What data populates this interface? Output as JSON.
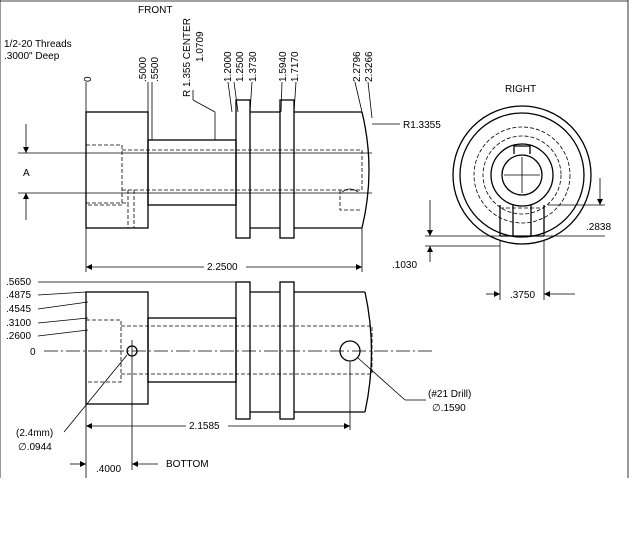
{
  "views": {
    "front": "FRONT",
    "right": "RIGHT",
    "bottom": "BOTTOM"
  },
  "notes": {
    "threads_line1": "1/2-20 Threads",
    "threads_line2": ".3000\" Deep",
    "section_label": "A",
    "radius_outer": "R1.3355",
    "drill_21": "(#21 Drill)",
    "drill_21_dia": "∅.1590",
    "mm_hole": "(2.4mm)",
    "mm_hole_dia": "∅.0944"
  },
  "front_ordinates": [
    {
      "label": "0"
    },
    {
      "label": ".5000"
    },
    {
      "label": ".5500"
    },
    {
      "label": "R 1.355 CENTER"
    },
    {
      "label": "1.0709"
    },
    {
      "label": "1.2000"
    },
    {
      "label": "1.2500"
    },
    {
      "label": "1.3730"
    },
    {
      "label": "1.5940"
    },
    {
      "label": "1.7170"
    },
    {
      "label": "2.2796"
    },
    {
      "label": "2.3266"
    }
  ],
  "bottom_ordinates": [
    {
      "label": ".5650"
    },
    {
      "label": ".4875"
    },
    {
      "label": ".4545"
    },
    {
      "label": ".3100"
    },
    {
      "label": ".2600"
    },
    {
      "label": "0"
    }
  ],
  "dimensions": {
    "front_length": "2.2500",
    "bottom_length": "2.1585",
    "bottom_offset": ".4000",
    "right_height": ".2838",
    "right_small": ".1030",
    "right_width": ".3750"
  }
}
